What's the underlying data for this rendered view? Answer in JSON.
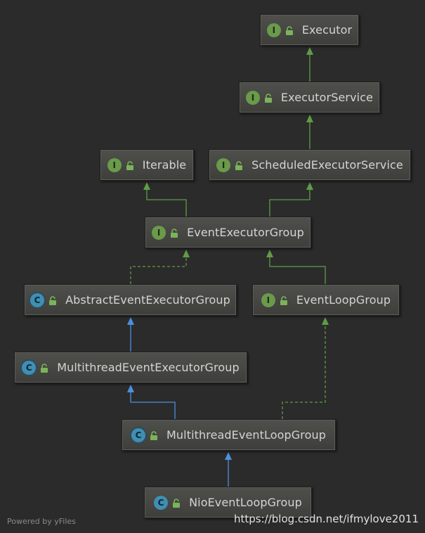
{
  "nodes": [
    {
      "id": "executor",
      "name": "Executor",
      "kind": "I"
    },
    {
      "id": "executor-service",
      "name": "ExecutorService",
      "kind": "I"
    },
    {
      "id": "iterable",
      "name": "Iterable",
      "kind": "I"
    },
    {
      "id": "scheduled-executor-service",
      "name": "ScheduledExecutorService",
      "kind": "I"
    },
    {
      "id": "event-executor-group",
      "name": "EventExecutorGroup",
      "kind": "I"
    },
    {
      "id": "abstract-event-executor-group",
      "name": "AbstractEventExecutorGroup",
      "kind": "C"
    },
    {
      "id": "event-loop-group",
      "name": "EventLoopGroup",
      "kind": "I"
    },
    {
      "id": "multithread-event-executor-group",
      "name": "MultithreadEventExecutorGroup",
      "kind": "C"
    },
    {
      "id": "multithread-event-loop-group",
      "name": "MultithreadEventLoopGroup",
      "kind": "C"
    },
    {
      "id": "nio-event-loop-group",
      "name": "NioEventLoopGroup",
      "kind": "C"
    }
  ],
  "edges": [
    {
      "from": "executor-service",
      "to": "executor",
      "style": "extends-interface"
    },
    {
      "from": "scheduled-executor-service",
      "to": "executor-service",
      "style": "extends-interface"
    },
    {
      "from": "event-executor-group",
      "to": "iterable",
      "style": "extends-interface"
    },
    {
      "from": "event-executor-group",
      "to": "scheduled-executor-service",
      "style": "extends-interface"
    },
    {
      "from": "abstract-event-executor-group",
      "to": "event-executor-group",
      "style": "implements"
    },
    {
      "from": "event-loop-group",
      "to": "event-executor-group",
      "style": "extends-interface"
    },
    {
      "from": "multithread-event-executor-group",
      "to": "abstract-event-executor-group",
      "style": "extends-class"
    },
    {
      "from": "multithread-event-loop-group",
      "to": "multithread-event-executor-group",
      "style": "extends-class"
    },
    {
      "from": "multithread-event-loop-group",
      "to": "event-loop-group",
      "style": "implements"
    },
    {
      "from": "nio-event-loop-group",
      "to": "multithread-event-loop-group",
      "style": "extends-class"
    }
  ],
  "colors": {
    "background": "#2b2b2b",
    "interface_edge": "#5f9c47",
    "class_edge": "#4d8fe0"
  },
  "footer": {
    "powered_by": "Powered by yFiles",
    "watermark": "https://blog.csdn.net/ifmylove2011"
  }
}
